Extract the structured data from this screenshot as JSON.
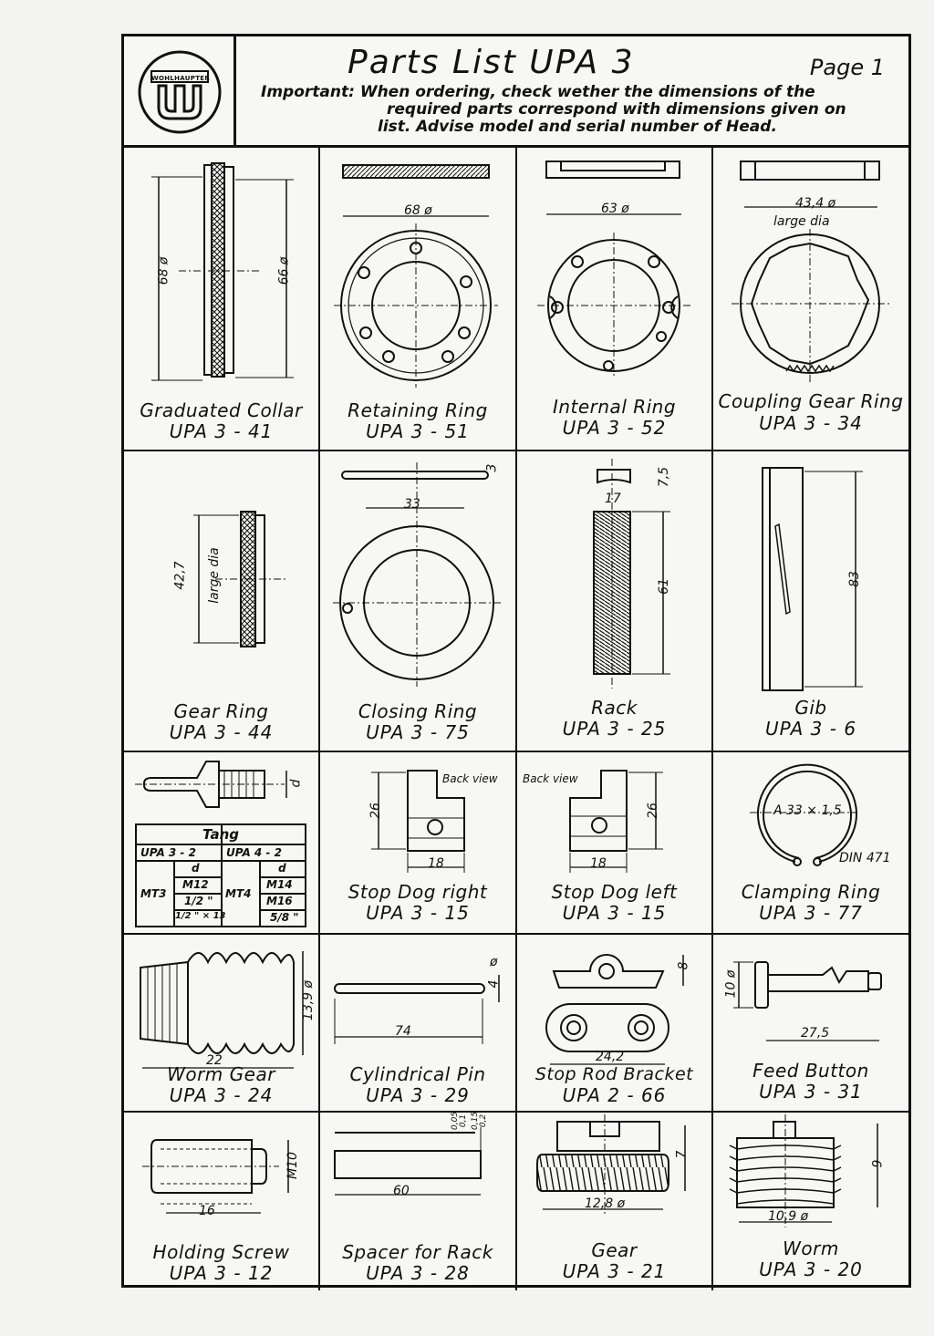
{
  "header": {
    "logo_text": "WOHLHAUPTER",
    "title": "Parts List UPA 3",
    "page": "Page 1",
    "important_label": "Important:",
    "important_line1": "When ordering, check wether the dimensions of the",
    "important_line2": "required parts correspond with dimensions given on",
    "important_line3": "list. Advise model and serial number of Head."
  },
  "parts": [
    {
      "name": "Graduated Collar",
      "code": "UPA 3 - 41",
      "dims": [
        "68 ø",
        "66 ø"
      ]
    },
    {
      "name": "Retaining Ring",
      "code": "UPA 3 - 51",
      "dims": [
        "68 ø"
      ]
    },
    {
      "name": "Internal Ring",
      "code": "UPA 3 - 52",
      "dims": [
        "63 ø"
      ]
    },
    {
      "name": "Coupling Gear Ring",
      "code": "UPA 3 - 34",
      "dims": [
        "43,4 ø",
        "large dia"
      ]
    },
    {
      "name": "Gear Ring",
      "code": "UPA 3 - 44",
      "dims": [
        "42,7",
        "large dia"
      ]
    },
    {
      "name": "Closing Ring",
      "code": "UPA 3 - 75",
      "dims": [
        "33",
        "3"
      ]
    },
    {
      "name": "Rack",
      "code": "UPA 3 - 25",
      "dims": [
        "7,5",
        "17",
        "61"
      ]
    },
    {
      "name": "Gib",
      "code": "UPA 3 - 6",
      "dims": [
        "83"
      ]
    },
    {
      "name": "Tang",
      "code": "",
      "dims": [
        "d"
      ]
    },
    {
      "name": "Stop Dog right",
      "code": "UPA 3 - 15",
      "dims": [
        "Back view",
        "26",
        "18"
      ]
    },
    {
      "name": "Stop Dog left",
      "code": "UPA 3 - 15",
      "dims": [
        "Back view",
        "26",
        "18"
      ]
    },
    {
      "name": "Clamping Ring",
      "code": "UPA 3 - 77",
      "dims": [
        "A 33 × 1,5",
        "DIN 471"
      ]
    },
    {
      "name": "Worm Gear",
      "code": "UPA 3 - 24",
      "dims": [
        "22",
        "13,9 ø"
      ]
    },
    {
      "name": "Cylindrical Pin",
      "code": "UPA 3 - 29",
      "dims": [
        "74",
        "ø",
        "4"
      ]
    },
    {
      "name": "Stop Rod Bracket",
      "code": "UPA 2 - 66",
      "dims": [
        "24,2",
        "8"
      ]
    },
    {
      "name": "Feed Button",
      "code": "UPA 3 - 31",
      "dims": [
        "27,5",
        "10 ø"
      ]
    },
    {
      "name": "Holding Screw",
      "code": "UPA 3 - 12",
      "dims": [
        "16",
        "M10"
      ]
    },
    {
      "name": "Spacer for Rack",
      "code": "UPA 3 - 28",
      "dims": [
        "60",
        "0,05",
        "0,1",
        "0,15",
        "0,2"
      ]
    },
    {
      "name": "Gear",
      "code": "UPA 3 - 21",
      "dims": [
        "12,8 ø",
        "7"
      ]
    },
    {
      "name": "Worm",
      "code": "UPA 3 - 20",
      "dims": [
        "10,9 ø",
        "9"
      ]
    }
  ],
  "tang_table": {
    "title": "Tang",
    "col1": "UPA 3 - 2",
    "col2": "UPA 4 - 2",
    "d": "d",
    "mt3": "MT3",
    "mt4": "MT4",
    "v1": "M12",
    "v2": "1/2 \"",
    "v3": "1/2 \" × 13",
    "w1": "M14",
    "w2": "M16",
    "w3": "5/8 \""
  }
}
